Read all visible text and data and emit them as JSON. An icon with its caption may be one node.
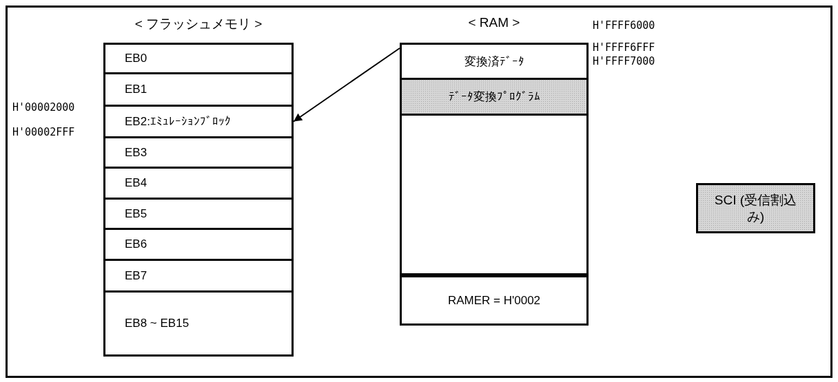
{
  "diagram": {
    "nodes": [
      {
        "text": [
          "< フラッシュメモリ >"
        ]
      },
      {
        "text": [
          "EB0"
        ],
        "in": 0
      },
      {
        "text": [
          "EB1"
        ],
        "in": 0
      },
      {
        "text": [
          "EB2:ｴﾐｭﾚｰｼｮﾝﾌﾞﾛｯｸ"
        ],
        "in": 0,
        "beside": [
          "H'00002000",
          "H'00002FFF"
        ]
      },
      {
        "text": [
          "EB3"
        ],
        "in": 0
      },
      {
        "text": [
          "EB4"
        ],
        "in": 0
      },
      {
        "text": [
          "EB5"
        ],
        "in": 0
      },
      {
        "text": [
          "EB6"
        ],
        "in": 0
      },
      {
        "text": [
          "EB7"
        ],
        "in": 0
      },
      {
        "text": [
          "EB8 ~ EB15"
        ],
        "in": 0
      },
      {
        "text": [
          "< RAM >"
        ]
      },
      {
        "text": [
          "変換済ﾃﾞｰﾀ"
        ],
        "in": 10,
        "beside": [
          "H'FFFF6000",
          "H'FFFF6FFF"
        ]
      },
      {
        "text": [
          "ﾃﾞｰﾀ変換ﾌﾟﾛｸﾞﾗﾑ"
        ],
        "in": 10
      },
      {
        "text": [],
        "shape": "box",
        "in": 10
      },
      {
        "text": [
          "RAMER = H'0002"
        ]
      },
      {
        "text": [
          "SCI (受信割込み)"
        ]
      }
    ],
    "edges": [
      {
        "from": 11,
        "to": 3,
        "arrow": "to"
      }
    ],
    "labels": [
      "H'FFFF7000"
    ]
  }
}
